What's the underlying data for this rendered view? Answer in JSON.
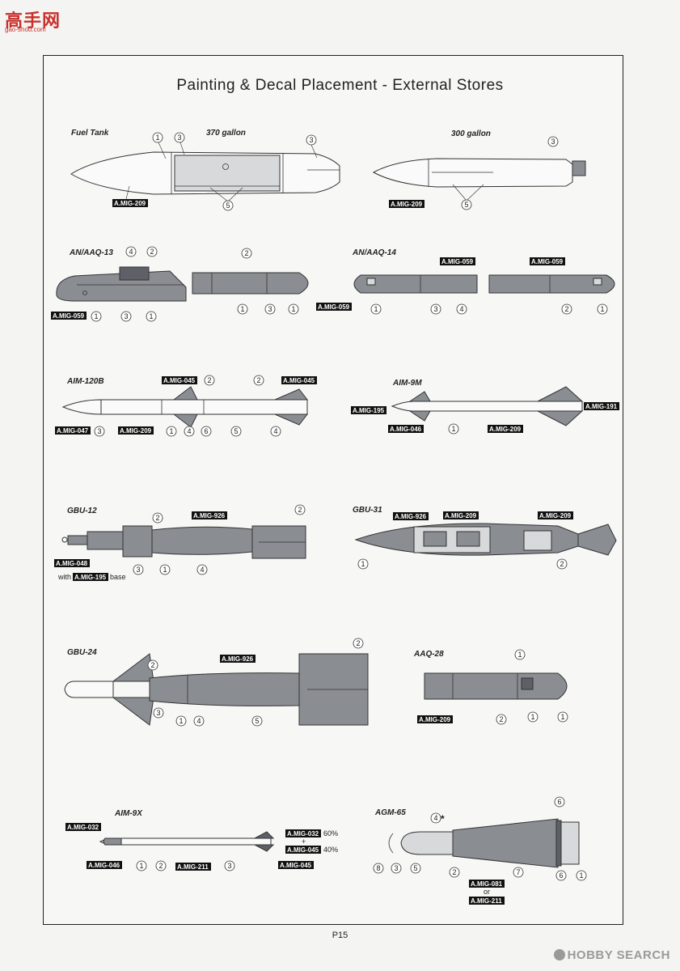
{
  "site_logo": {
    "glyphs": "高手网",
    "url": "gao-shou.com"
  },
  "title": "Painting & Decal Placement - External Stores",
  "page_number": "P15",
  "watermark": "HOBBY SEARCH",
  "colors": {
    "tag_bg": "#111111",
    "body_gray": "#8a8d92",
    "light_gray": "#d8d9db",
    "line": "#333333"
  },
  "stores": [
    {
      "id": "fuel-tank",
      "label": "Fuel Tank"
    },
    {
      "id": "an-aaq-13",
      "label": "AN/AAQ-13"
    },
    {
      "id": "an-aaq-14",
      "label": "AN/AAQ-14"
    },
    {
      "id": "aim-120b",
      "label": "AIM-120B"
    },
    {
      "id": "aim-9m",
      "label": "AIM-9M"
    },
    {
      "id": "gbu-12",
      "label": "GBU-12"
    },
    {
      "id": "gbu-31",
      "label": "GBU-31"
    },
    {
      "id": "gbu-24",
      "label": "GBU-24"
    },
    {
      "id": "aaq-28",
      "label": "AAQ-28"
    },
    {
      "id": "aim-9x",
      "label": "AIM-9X"
    },
    {
      "id": "agm-65",
      "label": "AGM-65"
    }
  ],
  "captions": {
    "gallon_370": "370 gallon",
    "gallon_300": "300 gallon"
  },
  "paint_tags": [
    {
      "id": "fuel-370-209",
      "text": "A.MIG-209"
    },
    {
      "id": "fuel-300-209",
      "text": "A.MIG-209"
    },
    {
      "id": "aaq13-059-a",
      "text": "A.MIG-059"
    },
    {
      "id": "aaq13-059-b",
      "text": "A.MIG-059"
    },
    {
      "id": "aaq14-059-a",
      "text": "A.MIG-059"
    },
    {
      "id": "aaq14-059-b",
      "text": "A.MIG-059"
    },
    {
      "id": "aim120-045-a",
      "text": "A.MIG-045"
    },
    {
      "id": "aim120-045-b",
      "text": "A.MIG-045"
    },
    {
      "id": "aim120-047",
      "text": "A.MIG-047"
    },
    {
      "id": "aim120-209",
      "text": "A.MIG-209"
    },
    {
      "id": "aim9m-195",
      "text": "A.MIG-195"
    },
    {
      "id": "aim9m-046",
      "text": "A.MIG-046"
    },
    {
      "id": "aim9m-209",
      "text": "A.MIG-209"
    },
    {
      "id": "aim9m-191",
      "text": "A.MIG-191"
    },
    {
      "id": "gbu12-926",
      "text": "A.MIG-926"
    },
    {
      "id": "gbu12-048",
      "text": "A.MIG-048"
    },
    {
      "id": "gbu12-195",
      "text": "A.MIG-195"
    },
    {
      "id": "gbu31-926",
      "text": "A.MIG-926"
    },
    {
      "id": "gbu31-209-a",
      "text": "A.MIG-209"
    },
    {
      "id": "gbu31-209-b",
      "text": "A.MIG-209"
    },
    {
      "id": "gbu24-926",
      "text": "A.MIG-926"
    },
    {
      "id": "aaq28-209",
      "text": "A.MIG-209"
    },
    {
      "id": "aim9x-032",
      "text": "A.MIG-032"
    },
    {
      "id": "aim9x-046",
      "text": "A.MIG-046"
    },
    {
      "id": "aim9x-211",
      "text": "A.MIG-211"
    },
    {
      "id": "aim9x-032-mix",
      "text": "A.MIG-032"
    },
    {
      "id": "aim9x-045-mix",
      "text": "A.MIG-045"
    },
    {
      "id": "aim9x-045",
      "text": "A.MIG-045"
    },
    {
      "id": "agm65-081",
      "text": "A.MIG-081"
    },
    {
      "id": "agm65-211",
      "text": "A.MIG-211"
    }
  ],
  "notes": {
    "with": "with",
    "base": "base",
    "or": "or",
    "plus": "+",
    "pct60": "60%",
    "pct40": "40%",
    "asterisk": "*"
  },
  "callouts": [
    {
      "id": "c1",
      "n": "1"
    },
    {
      "id": "c2",
      "n": "3"
    },
    {
      "id": "c3",
      "n": "3"
    },
    {
      "id": "c4",
      "n": "5"
    },
    {
      "id": "c5",
      "n": "3"
    },
    {
      "id": "c6",
      "n": "5"
    },
    {
      "id": "c7",
      "n": "4"
    },
    {
      "id": "c8",
      "n": "2"
    },
    {
      "id": "c9",
      "n": "1"
    },
    {
      "id": "c10",
      "n": "3"
    },
    {
      "id": "c11",
      "n": "1"
    },
    {
      "id": "c12",
      "n": "2"
    },
    {
      "id": "c13",
      "n": "1"
    },
    {
      "id": "c14",
      "n": "3"
    },
    {
      "id": "c15",
      "n": "1"
    },
    {
      "id": "c16",
      "n": "1"
    },
    {
      "id": "c17",
      "n": "3"
    },
    {
      "id": "c18",
      "n": "4"
    },
    {
      "id": "c19",
      "n": "2"
    },
    {
      "id": "c20",
      "n": "1"
    },
    {
      "id": "c21",
      "n": "2"
    },
    {
      "id": "c22",
      "n": "2"
    },
    {
      "id": "c23",
      "n": "3"
    },
    {
      "id": "c24",
      "n": "1"
    },
    {
      "id": "c25",
      "n": "4"
    },
    {
      "id": "c26",
      "n": "6"
    },
    {
      "id": "c27",
      "n": "5"
    },
    {
      "id": "c28",
      "n": "4"
    },
    {
      "id": "c29",
      "n": "1"
    },
    {
      "id": "c30",
      "n": "2"
    },
    {
      "id": "c31",
      "n": "2"
    },
    {
      "id": "c32",
      "n": "3"
    },
    {
      "id": "c33",
      "n": "1"
    },
    {
      "id": "c34",
      "n": "4"
    },
    {
      "id": "c35",
      "n": "1"
    },
    {
      "id": "c36",
      "n": "2"
    },
    {
      "id": "c37",
      "n": "2"
    },
    {
      "id": "c38",
      "n": "2"
    },
    {
      "id": "c39",
      "n": "3"
    },
    {
      "id": "c40",
      "n": "1"
    },
    {
      "id": "c41",
      "n": "4"
    },
    {
      "id": "c42",
      "n": "5"
    },
    {
      "id": "c43",
      "n": "1"
    },
    {
      "id": "c44",
      "n": "2"
    },
    {
      "id": "c45",
      "n": "1"
    },
    {
      "id": "c46",
      "n": "1"
    },
    {
      "id": "c47",
      "n": "1"
    },
    {
      "id": "c48",
      "n": "2"
    },
    {
      "id": "c49",
      "n": "3"
    },
    {
      "id": "c50",
      "n": "4"
    },
    {
      "id": "c51",
      "n": "6"
    },
    {
      "id": "c52",
      "n": "8"
    },
    {
      "id": "c53",
      "n": "3"
    },
    {
      "id": "c54",
      "n": "5"
    },
    {
      "id": "c55",
      "n": "2"
    },
    {
      "id": "c56",
      "n": "7"
    },
    {
      "id": "c57",
      "n": "6"
    },
    {
      "id": "c58",
      "n": "1"
    }
  ]
}
